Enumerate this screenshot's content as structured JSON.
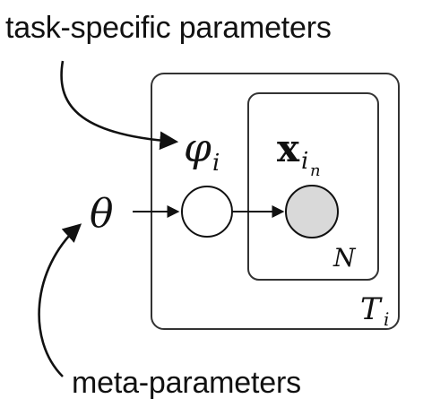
{
  "labels": {
    "top": "task-specific parameters",
    "bottom": "meta-parameters"
  },
  "symbols": {
    "theta": "θ",
    "phi": "φ",
    "phi_sub": "i",
    "x": "x",
    "x_sub": "i",
    "x_subsub": "n",
    "inner_plate": "N",
    "outer_plate": "T",
    "outer_plate_sub": "i"
  },
  "colors": {
    "observed_fill": "#d9d9d9",
    "latent_fill": "#ffffff",
    "stroke": "#111111",
    "plate_stroke": "#333333"
  }
}
